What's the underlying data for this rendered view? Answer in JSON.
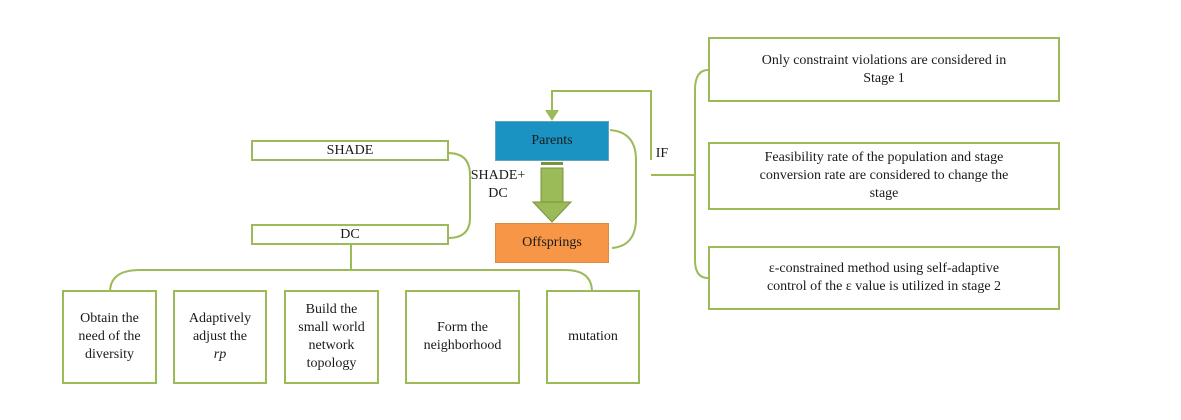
{
  "diagram": {
    "methods": {
      "shade": "SHADE",
      "dc": "DC",
      "combined_line1": "SHADE+",
      "combined_line2": "DC"
    },
    "cycle": {
      "parents": "Parents",
      "offsprings": "Offsprings",
      "condition": "IF"
    },
    "stages": [
      {
        "line1": "Only constraint violations are considered in",
        "line2": "Stage 1"
      },
      {
        "line1": "Feasibility rate of the population and stage",
        "line2": "conversion rate are considered to change the",
        "line3": "stage"
      },
      {
        "line1": "ε-constrained method using self-adaptive",
        "line2": "control of the ε value is utilized in stage 2"
      }
    ],
    "dc_steps": [
      {
        "line1": "Obtain the",
        "line2": "need of the",
        "line3": "diversity"
      },
      {
        "line1": "Adaptively",
        "line2": "adjust the",
        "line3": "rp"
      },
      {
        "line1": "Build the",
        "line2": "small world",
        "line3": "network",
        "line4": "topology"
      },
      {
        "line1": "Form the",
        "line2": "neighborhood"
      },
      {
        "line1": "mutation"
      }
    ],
    "colors": {
      "border": "#9bbb59",
      "parents": "#1b93c2",
      "offsprings": "#f79646",
      "arrow": "#77933c"
    }
  }
}
